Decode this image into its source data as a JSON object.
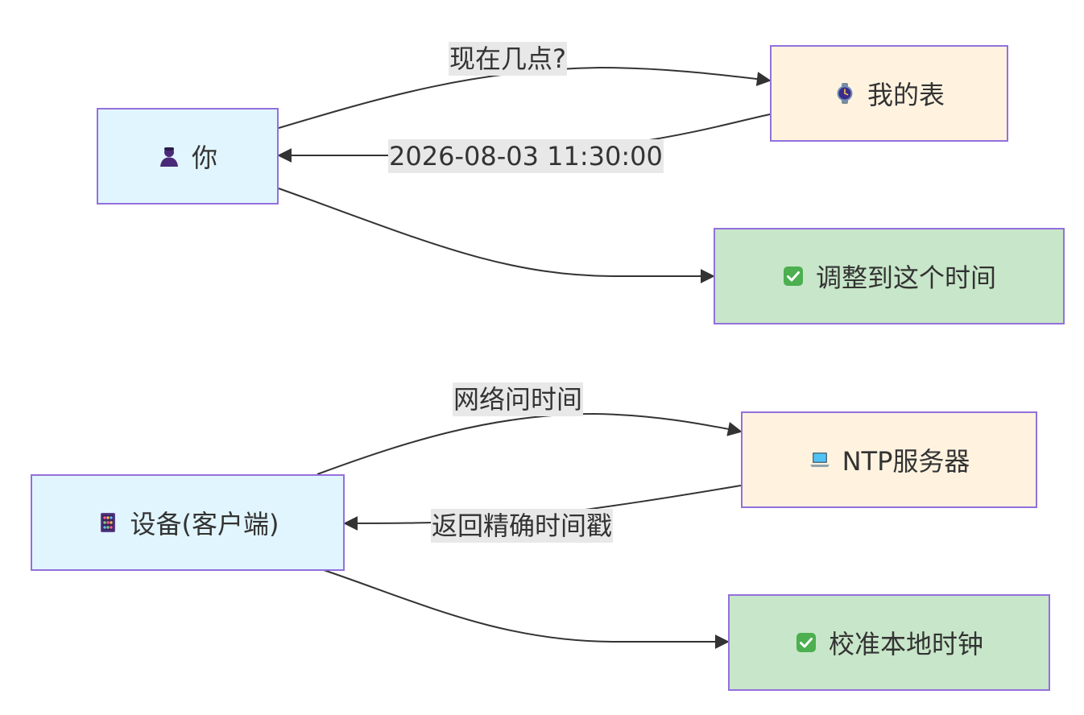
{
  "colors": {
    "client_fill": "#e1f5fe",
    "server_fill": "#fff3e0",
    "result_fill": "#c8e6c9",
    "node_border": "#9370DB",
    "edge_stroke": "#333333",
    "edge_label_bg": "#e8e8e8"
  },
  "diagram1": {
    "you": {
      "icon": "person-silhouette-icon",
      "label": "你"
    },
    "watch": {
      "icon": "wristwatch-icon",
      "label": "我的表"
    },
    "adjust": {
      "icon": "check-mark-button-icon",
      "label": "调整到这个时间"
    },
    "edge_ask": "现在几点?",
    "edge_reply": "2026-08-03 11:30:00"
  },
  "diagram2": {
    "device": {
      "icon": "abacus-icon",
      "label": "设备(客户端)"
    },
    "ntp": {
      "icon": "laptop-icon",
      "label": "NTP服务器"
    },
    "calibrate": {
      "icon": "check-mark-button-icon",
      "label": "校准本地时钟"
    },
    "edge_ask": "网络问时间",
    "edge_reply": "返回精确时间戳"
  }
}
